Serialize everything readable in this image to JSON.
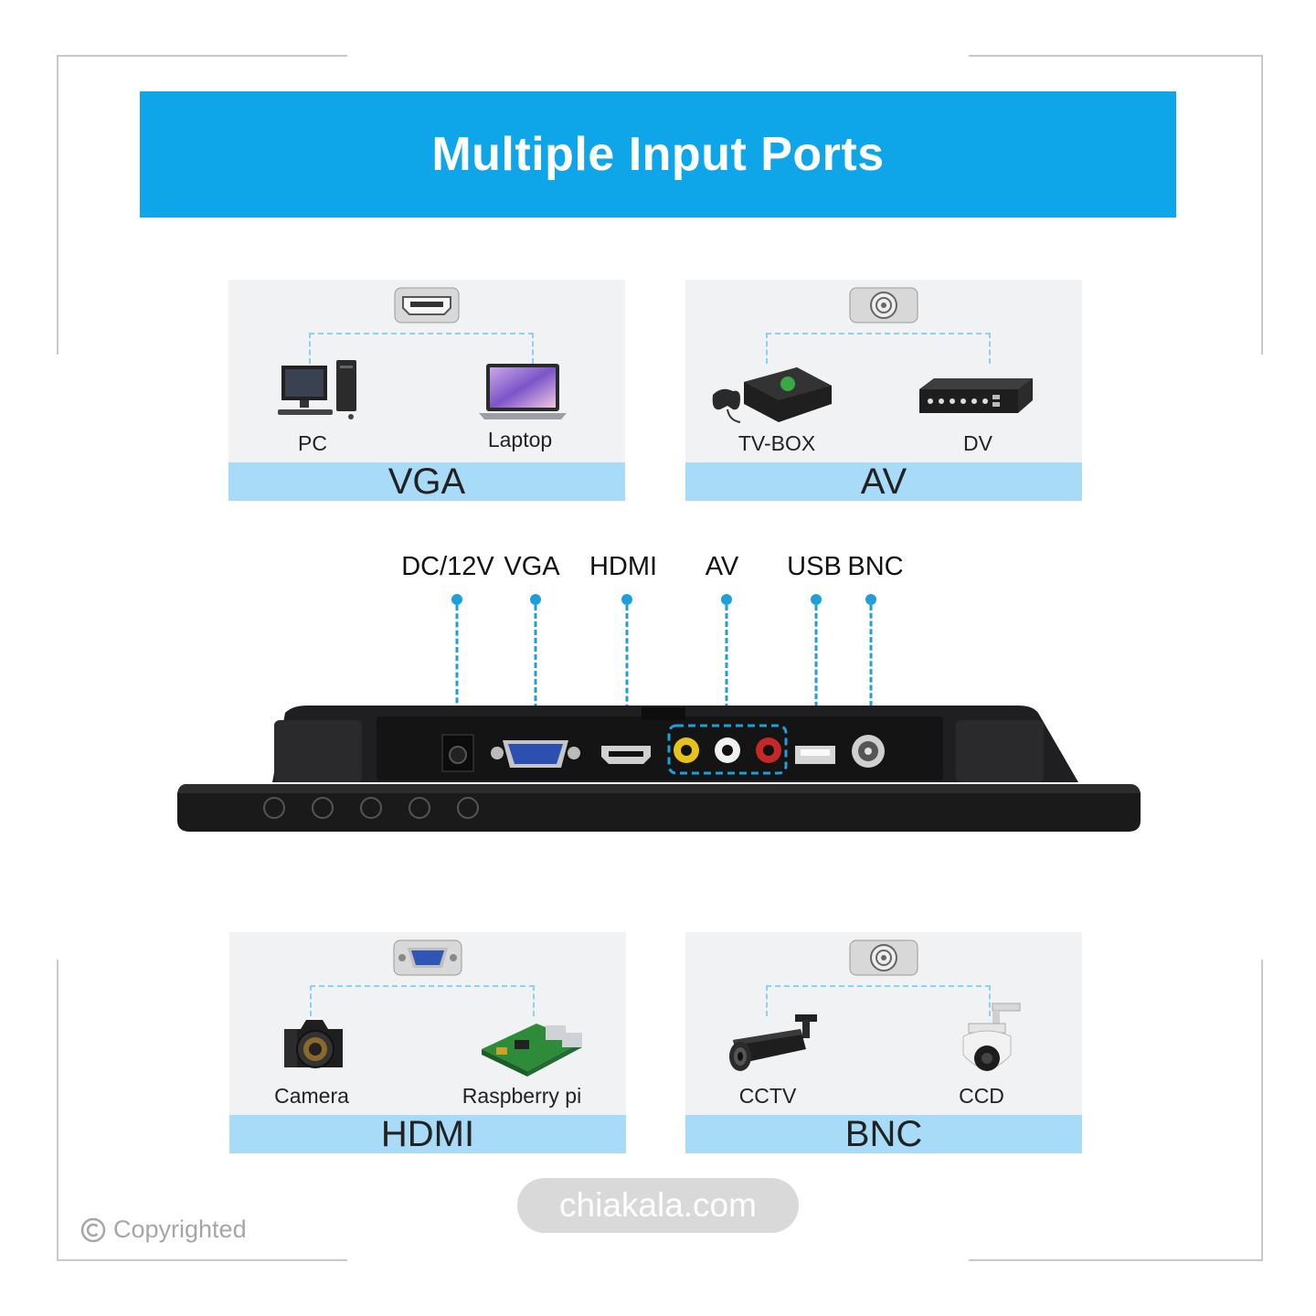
{
  "banner": {
    "title": "Multiple Input Ports"
  },
  "cards": {
    "vga": {
      "title": "VGA",
      "left_label": "PC",
      "right_label": "Laptop"
    },
    "av": {
      "title": "AV",
      "left_label": "TV-BOX",
      "right_label": "DV"
    },
    "hdmi": {
      "title": "HDMI",
      "left_label": "Camera",
      "right_label": "Raspberry pi"
    },
    "bnc": {
      "title": "BNC",
      "left_label": "CCTV",
      "right_label": "CCD"
    }
  },
  "ports": {
    "dc": "DC/12V",
    "vga": "VGA",
    "hdmi": "HDMI",
    "av": "AV",
    "usb": "USB",
    "bnc": "BNC"
  },
  "watermark": {
    "text": "chiakala.com"
  },
  "copyright": {
    "text": "Copyrighted"
  },
  "colors": {
    "banner": "#0ea5e9",
    "card_band": "#a8dbf7",
    "card_bg": "#f1f2f4",
    "pointer": "#1f9fd8",
    "monitor_body": "#1c1c1e"
  }
}
